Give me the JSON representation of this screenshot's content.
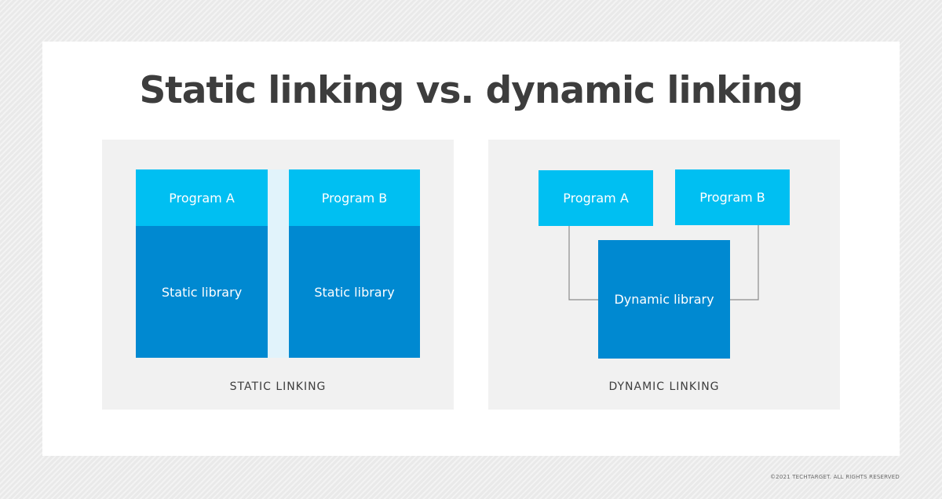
{
  "title": "Static linking vs. dynamic linking",
  "static_panel": {
    "caption": "STATIC LINKING",
    "program_a": "Program A",
    "program_b": "Program B",
    "library_a": "Static library",
    "library_b": "Static library"
  },
  "dynamic_panel": {
    "caption": "DYNAMIC LINKING",
    "program_a": "Program A",
    "program_b": "Program B",
    "library": "Dynamic library"
  },
  "footer": "©2021 TECHTARGET. ALL RIGHTS RESERVED",
  "colors": {
    "program": "#00bff2",
    "library": "#0089d1",
    "panel": "#f1f1f1",
    "title": "#3d3d3d"
  }
}
